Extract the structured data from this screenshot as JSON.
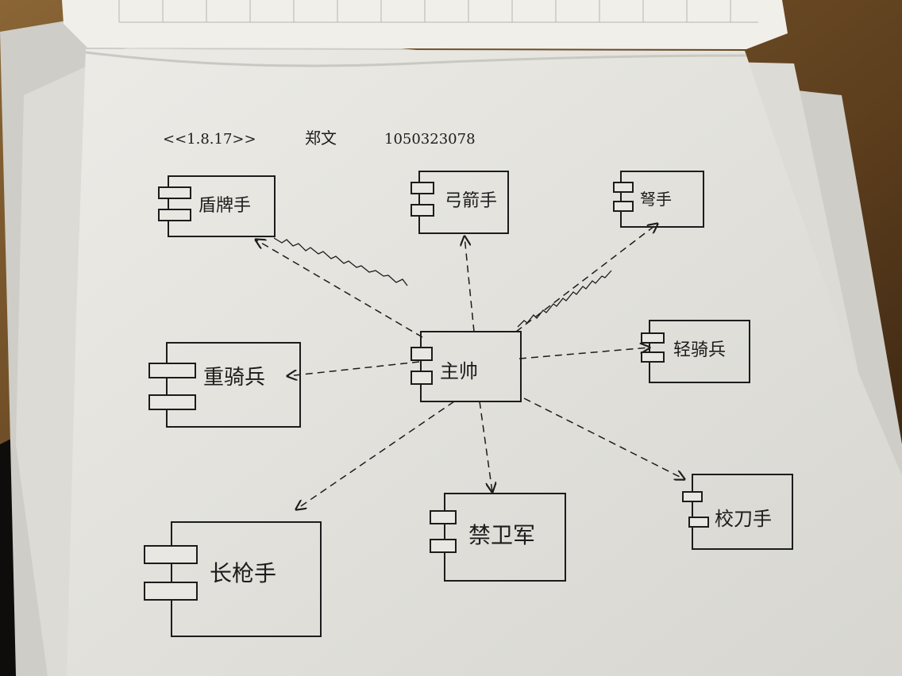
{
  "header": {
    "course": "<<1.8.17>>",
    "name": "郑文",
    "student_id": "1050323078"
  },
  "diagram": {
    "center": {
      "label": "主帅"
    },
    "components": [
      {
        "id": "shield",
        "label": "盾牌手"
      },
      {
        "id": "archer",
        "label": "弓箭手"
      },
      {
        "id": "crossbow",
        "label": "弩手"
      },
      {
        "id": "heavy-cavalry",
        "label": "重骑兵"
      },
      {
        "id": "light-cavalry",
        "label": "轻骑兵"
      },
      {
        "id": "spear",
        "label": "长枪手"
      },
      {
        "id": "imperial-guard",
        "label": "禁卫军"
      },
      {
        "id": "sword",
        "label": "校刀手"
      }
    ]
  },
  "colors": {
    "paper": "#e9e8e3",
    "ink": "#1c1c1c",
    "desk": "#6b4a24"
  }
}
